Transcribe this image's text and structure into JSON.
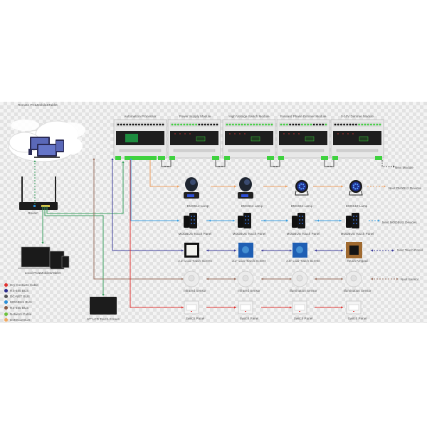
{
  "title_labels": {
    "remote": "Remote PC&Mobile&Tablet",
    "router": "Router",
    "local": "Local PC&Mobile&Tablet",
    "lcd10": "10\" LCD Touch Screen"
  },
  "modules": [
    {
      "name": "Automation Processor"
    },
    {
      "name": "Power Supply Module"
    },
    {
      "name": "High Voltage Switch Module"
    },
    {
      "name": "Forward Phase Dimmer Module"
    },
    {
      "name": "0-10V Dimmer Module"
    }
  ],
  "next_labels": {
    "module": "Next Module",
    "dmx": "Next DMX512 Devices",
    "modbus": "Next MODBUS Devices",
    "touch": "Next Touch Panel",
    "sensor": "Next Sensor"
  },
  "rows": {
    "dmx": [
      "DMX512 Lamp",
      "DMX512 Lamp",
      "DMX512 Lamp",
      "DMX512 Lamp"
    ],
    "modbus": [
      "MODBUS Touch Panel",
      "MODBUS Touch Panel",
      "MODBUS Touch Panel",
      "MODBUS Touch Panel"
    ],
    "lcd": [
      "3.2\" LCD Touch Screen",
      "3.2\" LCD Touch Screen",
      "3.5\" LCD Touch Screen",
      "Touch Keypad"
    ],
    "sensor": [
      "Infrared Sensor",
      "Infrared Sensor",
      "Illumination Sensor",
      "Illumination Sensor"
    ],
    "switch": [
      "Switch Panel",
      "Switch Panel",
      "Switch Panel",
      "Switch Panel"
    ]
  },
  "legend": [
    {
      "label": "Dry Contacts Cable",
      "color": "#e0312f"
    },
    {
      "label": "RS-485 BUS",
      "color": "#2a2a8c"
    },
    {
      "label": "DC-NET BUS",
      "color": "#555555"
    },
    {
      "label": "MODBUS BUS",
      "color": "#2a8fd8"
    },
    {
      "label": "RS-485 BUS",
      "color": "#8a5a44"
    },
    {
      "label": "Network Cable",
      "color": "#6cc13c"
    },
    {
      "label": "DMX512 BUS",
      "color": "#f0a860"
    }
  ],
  "colors": {
    "dry": "#e0312f",
    "rs485": "#3a3a9a",
    "modbus": "#3a9ee0",
    "rs485b": "#9a7060",
    "network": "#3aa060",
    "dmx": "#f0a060",
    "terminal": "#3fd23f"
  }
}
